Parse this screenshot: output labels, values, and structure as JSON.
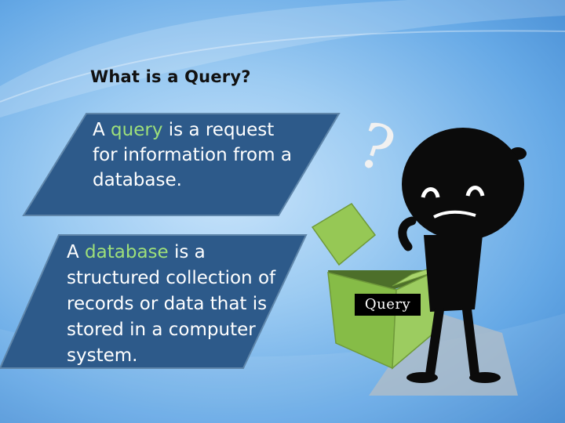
{
  "slide": {
    "title": "What is a Query?",
    "box1": {
      "prefix": "A ",
      "highlight": "query",
      "rest": " is a request for information from a database."
    },
    "box2": {
      "prefix": "A ",
      "highlight": "database",
      "rest": " is a structured collection of records or data that is stored in a computer system."
    },
    "illustration": {
      "box_label": "Query",
      "question_mark": "?",
      "figure": "confused-stick-figure",
      "box_icon": "open-green-box-icon"
    }
  },
  "colors": {
    "panel_fill": "#2d5a8a",
    "highlight_text": "#9ee07a",
    "box_green": "#96c855",
    "figure_black": "#0b0b0b"
  }
}
